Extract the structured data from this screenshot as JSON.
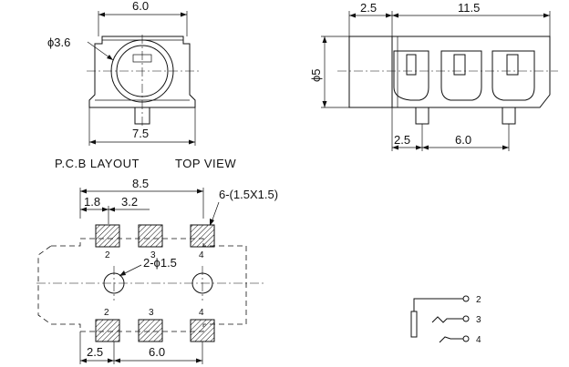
{
  "front_view": {
    "width_top": "6.0",
    "diameter": "ϕ3.6",
    "width_bottom": "7.5"
  },
  "side_view": {
    "offset_top": "2.5",
    "length": "11.5",
    "height": "ϕ5",
    "offset_bottom": "2.5",
    "pin_pitch": "6.0"
  },
  "captions": {
    "pcb_layout": "P.C.B LAYOUT",
    "top_view": "TOP VIEW"
  },
  "pcb": {
    "width": "8.5",
    "dim_left": "1.8",
    "dim_mid": "3.2",
    "pad_size": "6-(1.5X1.5)",
    "hole": "2-ϕ1.5",
    "dim_bottom_left": "2.5",
    "dim_bottom_mid": "6.0",
    "pad_labels_top": [
      "2",
      "3",
      "4"
    ],
    "pad_labels_bottom": [
      "2",
      "3",
      "4"
    ]
  },
  "schematic": {
    "pin_labels": [
      "2",
      "3",
      "4"
    ]
  }
}
